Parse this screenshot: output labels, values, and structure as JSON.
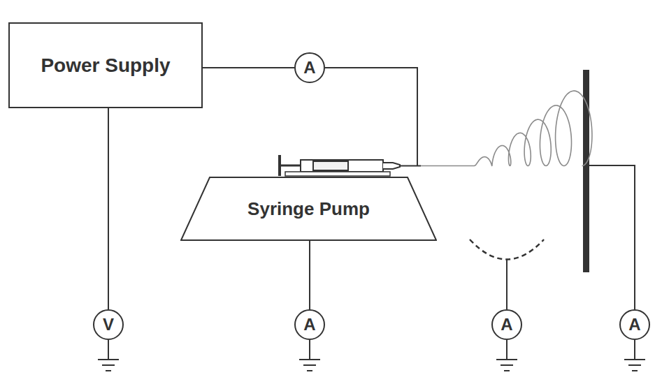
{
  "diagram": {
    "nodes": [
      {
        "text": [
          "Power Supply"
        ]
      },
      {
        "text": [
          "A"
        ]
      },
      {
        "text": [
          "Syringe Pump"
        ]
      },
      {
        "text": [
          "V"
        ]
      },
      {
        "text": [
          "A"
        ]
      },
      {
        "text": [
          "A"
        ]
      },
      {
        "text": [
          "A"
        ]
      }
    ],
    "edges": [
      {
        "from": 0,
        "to": 1,
        "arrow": "none"
      },
      {
        "from": 0,
        "to": 3,
        "arrow": "none"
      },
      {
        "from": 2,
        "to": 4,
        "arrow": "none"
      }
    ]
  }
}
